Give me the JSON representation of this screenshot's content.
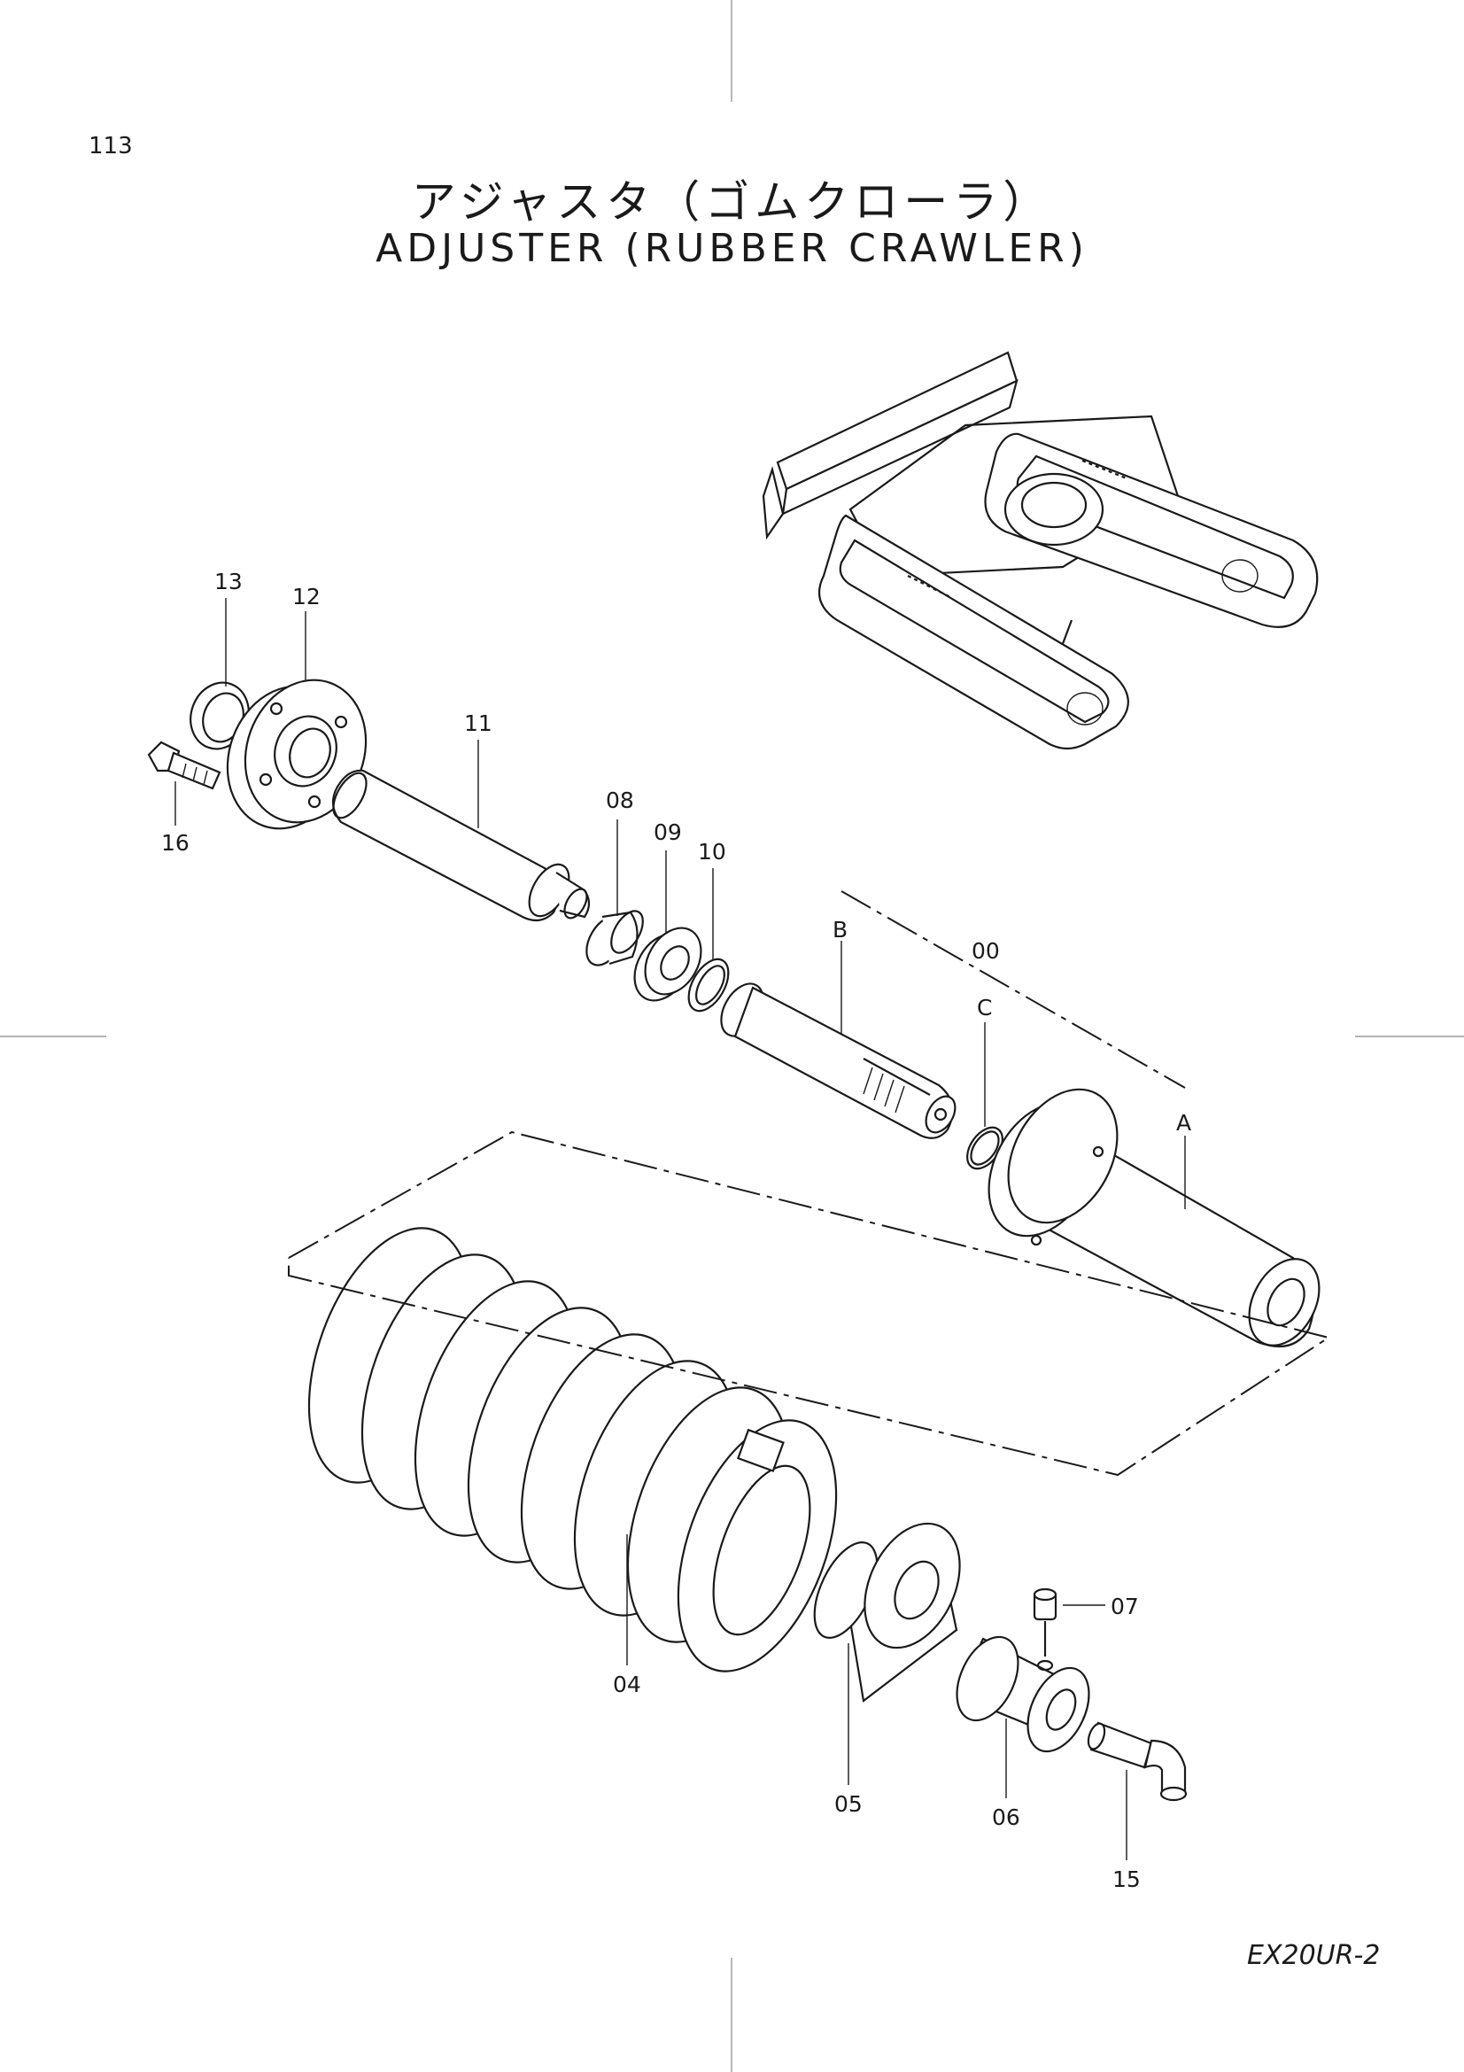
{
  "page_number": "113",
  "title_jp": "アジャスタ（ゴムクローラ）",
  "title_en": "ADJUSTER (RUBBER CRAWLER)",
  "model": "EX20UR-2",
  "part_labels": {
    "p13": "13",
    "p12": "12",
    "p11": "11",
    "p16": "16",
    "p08": "08",
    "p09": "09",
    "p10": "10",
    "p00": "00",
    "pB": "B",
    "pC": "C",
    "pA": "A",
    "p07": "07",
    "p04": "04",
    "p05": "05",
    "p06": "06",
    "p15": "15"
  }
}
